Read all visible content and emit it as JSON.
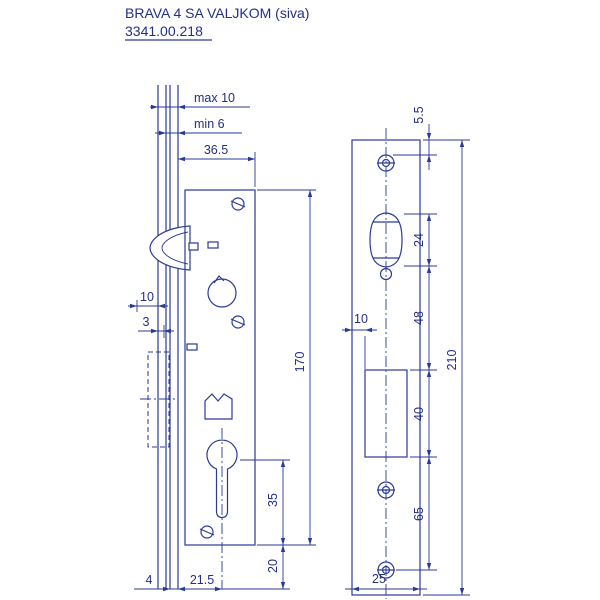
{
  "title": "BRAVA 4 SA VALJKOM (siva)",
  "part_number": "3341.00.218",
  "colors": {
    "line": "#2a3b96",
    "text": "#232f86",
    "bg": "#ffffff"
  },
  "left": {
    "max10": "max 10",
    "min6": "min 6",
    "w365": "36.5",
    "d10": "10",
    "d3": "3",
    "d170": "170",
    "d35": "35",
    "d20": "20",
    "d4": "4",
    "d215": "21.5"
  },
  "right": {
    "d55": "5.5",
    "d24": "24",
    "d48": "48",
    "d10": "10",
    "d40": "40",
    "d65": "65",
    "d210": "210",
    "d25": "25"
  }
}
